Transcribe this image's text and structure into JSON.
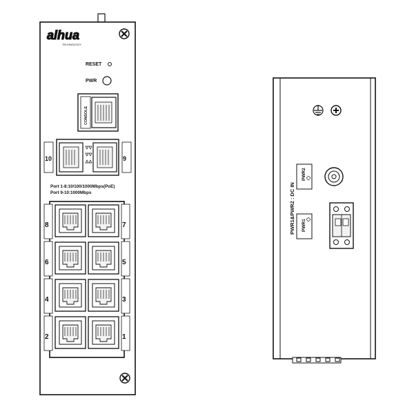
{
  "front_panel": {
    "brand": {
      "logo_text": "alhua",
      "logo_subtext": "TECHNOLOGY"
    },
    "reset_label": "RESET",
    "pwr_label": "PWR",
    "console_label": "CONSOLE",
    "sfp_ports": {
      "left": "10",
      "right": "9"
    },
    "spec_line_1": "Port 1-8:10/100/1000Mbps(PoE)",
    "spec_line_2": "Port 9-10:1000Mbps",
    "rj45_ports": {
      "row1": {
        "left": "8",
        "right": "7"
      },
      "row2": {
        "left": "6",
        "right": "5"
      },
      "row3": {
        "left": "4",
        "right": "3"
      },
      "row4": {
        "left": "2",
        "right": "1"
      }
    }
  },
  "side_panel": {
    "dc_in_label": "PWR1&PWR2 : DC IN",
    "pwr2_label": "PWR2",
    "pwr1_label": "PWR1"
  },
  "colors": {
    "line": "#111111",
    "paper": "#ffffff",
    "fill": "#f2f2f2"
  }
}
